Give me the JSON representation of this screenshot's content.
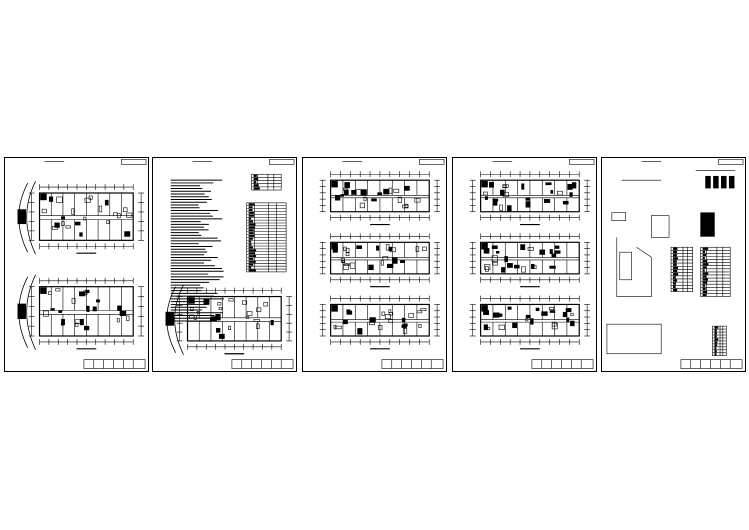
{
  "drawing_set": {
    "sheet_count": 5,
    "sheets": [
      {
        "kind": "floor-plans",
        "plans": 2
      },
      {
        "kind": "notes-and-plan",
        "plans": 1
      },
      {
        "kind": "floor-plans",
        "plans": 3
      },
      {
        "kind": "floor-plans",
        "plans": 3
      },
      {
        "kind": "system-diagrams",
        "plans": 0
      }
    ]
  },
  "colors": {
    "line": "#000000",
    "background": "#ffffff"
  }
}
